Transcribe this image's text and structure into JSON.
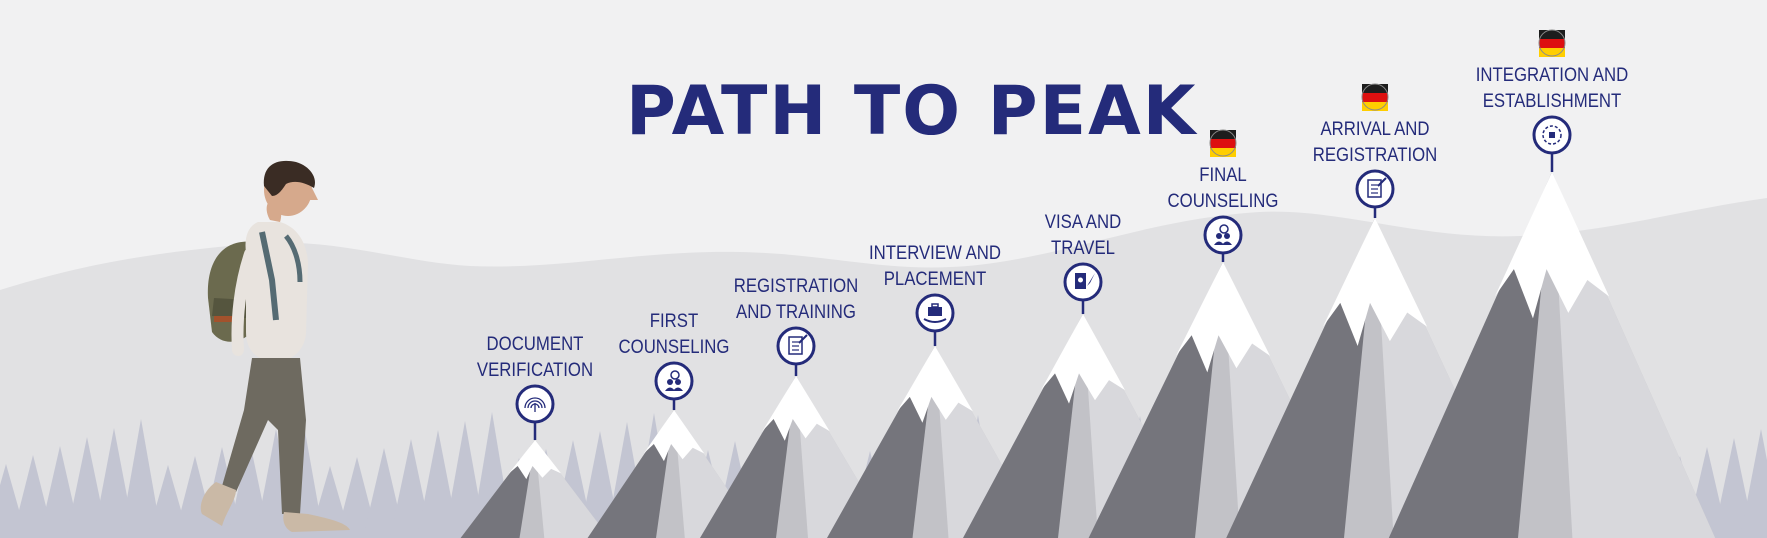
{
  "title": "PATH TO PEAK",
  "colors": {
    "navy": "#242b7a",
    "background": "#f1f1f2",
    "hills": "#e1e1e3",
    "forest": "#c3c5d2"
  },
  "steps": [
    {
      "line1": "DOCUMENT",
      "line2": "VERIFICATION",
      "icon": "fingerprint-icon",
      "flag": false
    },
    {
      "line1": "FIRST",
      "line2": "COUNSELING",
      "icon": "two-people-chat-icon",
      "flag": false
    },
    {
      "line1": "REGISTRATION",
      "line2": "AND TRAINING",
      "icon": "document-pen-icon",
      "flag": false
    },
    {
      "line1": "INTERVIEW AND",
      "line2": "PLACEMENT",
      "icon": "briefcase-hand-icon",
      "flag": false
    },
    {
      "line1": "VISA AND",
      "line2": "TRAVEL",
      "icon": "passport-plane-icon",
      "flag": false
    },
    {
      "line1": "FINAL",
      "line2": "COUNSELING",
      "icon": "two-people-chat-icon",
      "flag": true
    },
    {
      "line1": "ARRIVAL AND",
      "line2": "REGISTRATION",
      "icon": "document-pen-icon",
      "flag": true
    },
    {
      "line1": "INTEGRATION AND",
      "line2": "ESTABLISHMENT",
      "icon": "puzzle-head-icon",
      "flag": true
    }
  ]
}
